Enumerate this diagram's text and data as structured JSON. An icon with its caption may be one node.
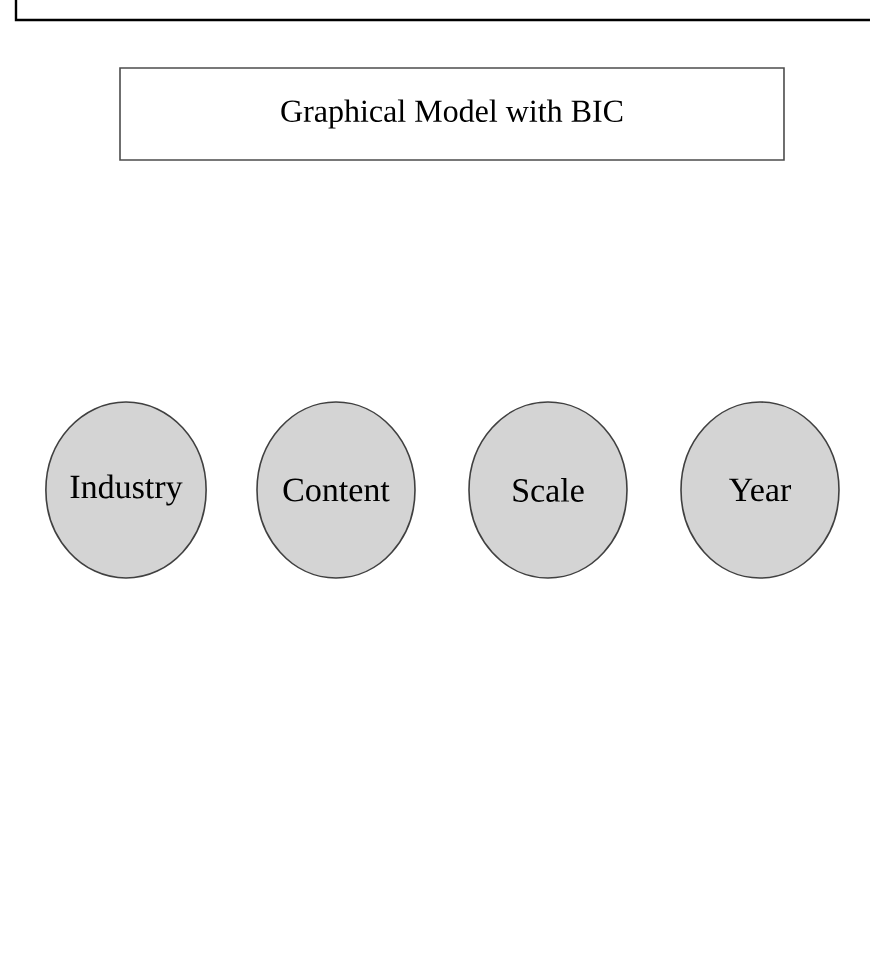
{
  "diagram": {
    "title": "Graphical Model with BIC",
    "nodes": [
      {
        "text": [
          "Industry"
        ]
      },
      {
        "text": [
          "Content"
        ]
      },
      {
        "text": [
          "Scale"
        ]
      },
      {
        "text": [
          "Year"
        ]
      }
    ]
  }
}
